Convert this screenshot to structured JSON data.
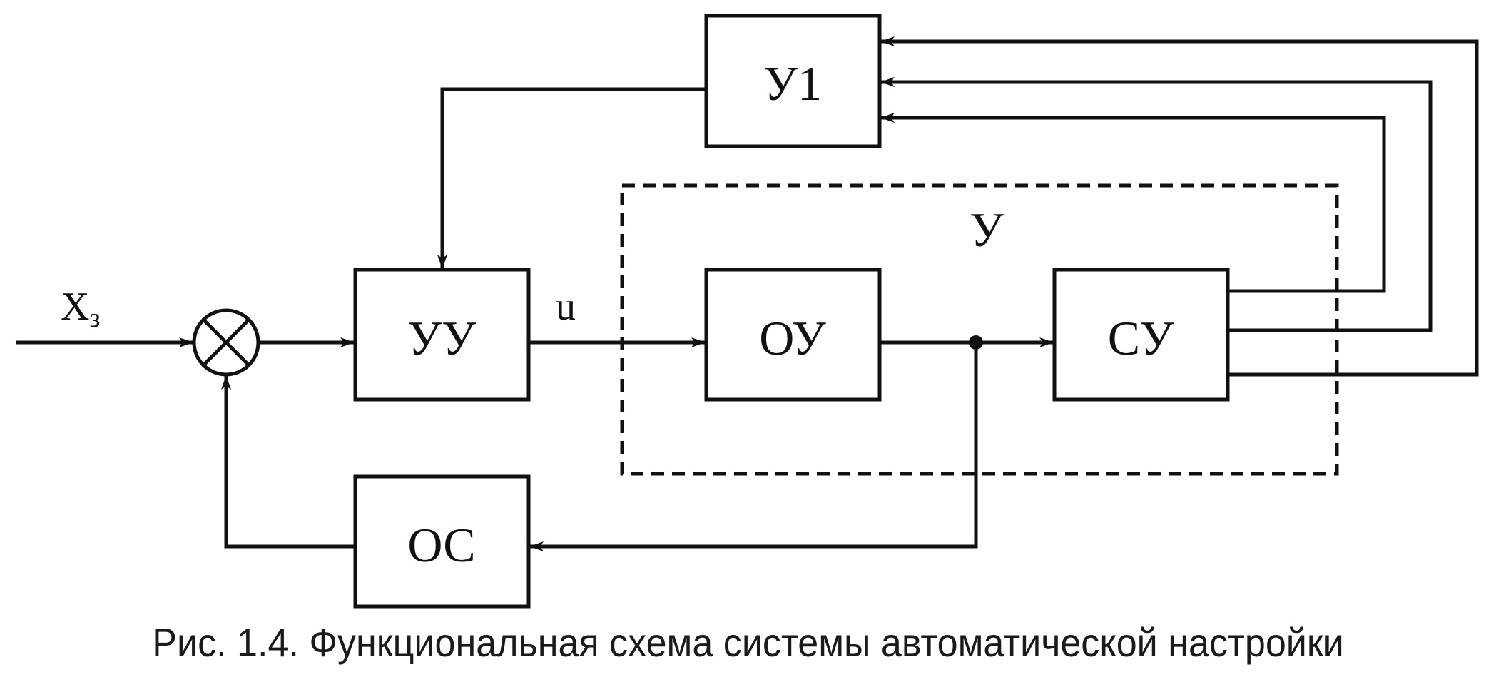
{
  "diagram": {
    "blocks": {
      "u1": "У1",
      "uu": "УУ",
      "ou": "ОУ",
      "su": "СУ",
      "os": "ОС",
      "group": "У"
    },
    "signals": {
      "input": "X",
      "input_subscript": "з",
      "control": "u"
    },
    "caption": "Рис. 1.4. Функциональная схема системы автоматической настройки",
    "colors": {
      "ink": "#111111",
      "background": "#ffffff"
    }
  }
}
